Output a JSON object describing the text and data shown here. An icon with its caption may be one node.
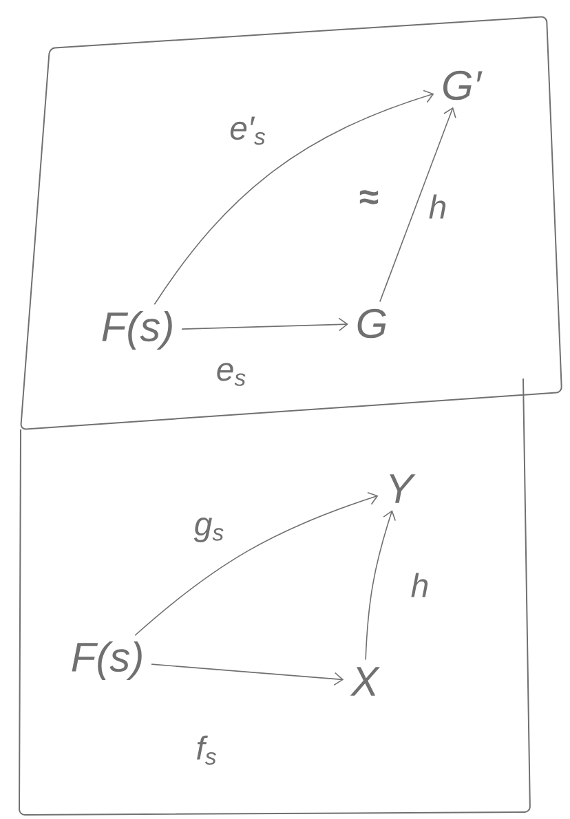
{
  "diagram": {
    "nodes": [
      {
        "text": [
          "F(s)"
        ]
      },
      {
        "text": [
          "G"
        ]
      },
      {
        "text": [
          "G′"
        ]
      },
      {
        "text": [
          "F(s)"
        ]
      },
      {
        "text": [
          "X"
        ]
      },
      {
        "text": [
          "Y"
        ]
      }
    ],
    "edges": [
      {
        "from": 0,
        "to": 1,
        "arrow": "to",
        "label": "e$_{s}$"
      },
      {
        "from": 0,
        "to": 2,
        "arrow": "to",
        "label": "e′$_{s}$"
      },
      {
        "from": 1,
        "to": 2,
        "arrow": "to",
        "label": "h"
      },
      {
        "from": 3,
        "to": 4,
        "arrow": "to",
        "label": "f$_{s}$"
      },
      {
        "from": 3,
        "to": 5,
        "arrow": "to",
        "label": "g$_{s}$"
      },
      {
        "from": 4,
        "to": 5,
        "arrow": "to",
        "label": "h"
      }
    ],
    "labels": [
      "≈"
    ]
  }
}
